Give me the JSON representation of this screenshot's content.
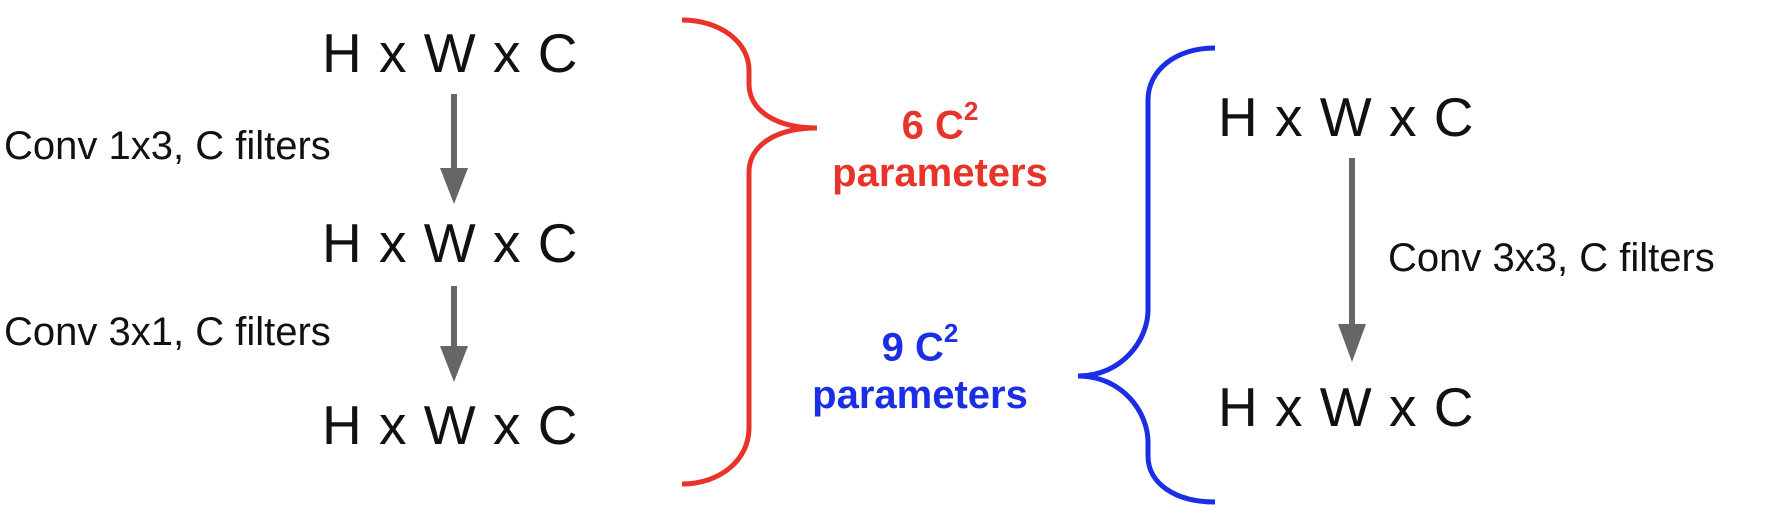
{
  "left_stack": {
    "shapes": [
      "H x W x C",
      "H x W x C",
      "H x W x C"
    ],
    "ops": [
      "Conv 1x3, C filters",
      "Conv 3x1, C filters"
    ]
  },
  "right_stack": {
    "shapes": [
      "H x W x C",
      "H x W x C"
    ],
    "op": "Conv 3x3, C filters"
  },
  "params": {
    "factorized": {
      "coef": "6 C",
      "exp": "2",
      "word": "parameters",
      "color": "#e8332a"
    },
    "full": {
      "coef": "9 C",
      "exp": "2",
      "word": "parameters",
      "color": "#1a2ee6"
    }
  },
  "colors": {
    "arrow": "#666666",
    "text": "#111111"
  },
  "icons": {
    "arrow": "arrow-down-icon",
    "brace_left": "right-curly-brace",
    "brace_right": "left-curly-brace"
  }
}
